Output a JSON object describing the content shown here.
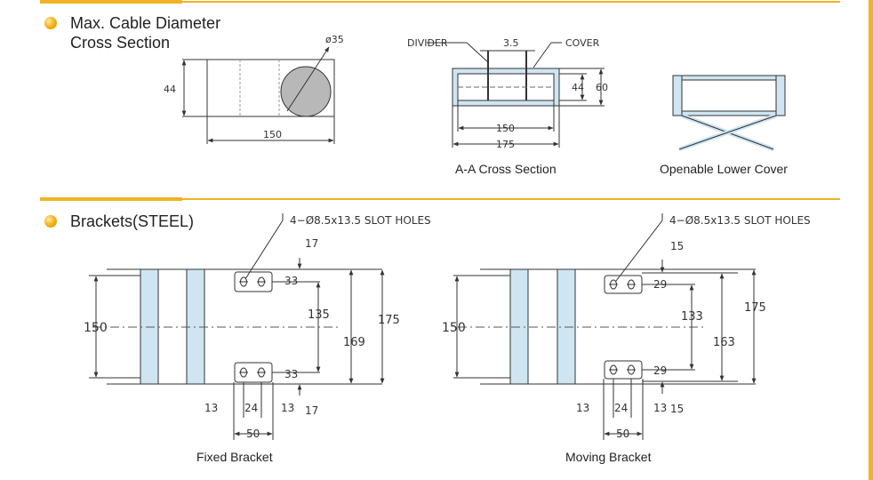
{
  "sections": {
    "cross_section": {
      "title_line1": "Max. Cable Diameter",
      "title_line2": "Cross Section"
    },
    "brackets": {
      "title": "Brackets(STEEL)"
    }
  },
  "cable": {
    "height": "44",
    "width": "150",
    "diameter": "ø35"
  },
  "aa": {
    "divider": "DIVIDER",
    "cover": "COVER",
    "thickness": "3.5",
    "inner_h": "44",
    "outer_h": "60",
    "inner_w": "150",
    "outer_w": "175",
    "caption": "A-A Cross Section"
  },
  "openable": {
    "caption": "Openable Lower Cover"
  },
  "fixed": {
    "slot": "4−Ø8.5x13.5 SLOT HOLES",
    "top_gap": "17",
    "top_off": "33",
    "bottom_off": "33",
    "mid": "135",
    "inner": "169",
    "outer": "175",
    "bottom_gap": "17",
    "left": "13",
    "pitch": "24",
    "right": "13",
    "span": "50",
    "width": "150",
    "caption": "Fixed Bracket"
  },
  "moving": {
    "slot": "4−Ø8.5x13.5 SLOT HOLES",
    "top_gap": "15",
    "top_off": "29",
    "bottom_off": "29",
    "mid": "133",
    "inner": "163",
    "outer": "175",
    "bottom_gap": "15",
    "left": "13",
    "pitch": "24",
    "right": "13",
    "span": "50",
    "width": "150",
    "caption": "Moving Bracket"
  },
  "colors": {
    "accent": "#f0b323",
    "part_fill": "#cfe5f2",
    "line": "#333333"
  }
}
